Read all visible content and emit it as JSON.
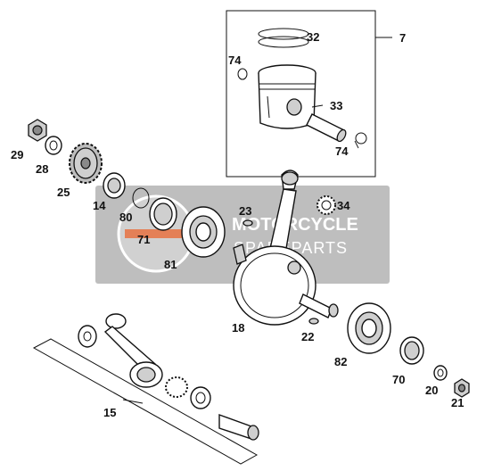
{
  "watermark": {
    "line1": "MOTORCYCLE",
    "line2": "SPAREPARTS"
  },
  "callouts": [
    {
      "id": "7",
      "text": "7"
    },
    {
      "id": "32",
      "text": "32"
    },
    {
      "id": "74a",
      "text": "74"
    },
    {
      "id": "33",
      "text": "33"
    },
    {
      "id": "74b",
      "text": "74"
    },
    {
      "id": "29",
      "text": "29"
    },
    {
      "id": "28",
      "text": "28"
    },
    {
      "id": "25",
      "text": "25"
    },
    {
      "id": "14",
      "text": "14"
    },
    {
      "id": "80",
      "text": "80"
    },
    {
      "id": "71",
      "text": "71"
    },
    {
      "id": "81",
      "text": "81"
    },
    {
      "id": "23",
      "text": "23"
    },
    {
      "id": "34",
      "text": "34"
    },
    {
      "id": "18",
      "text": "18"
    },
    {
      "id": "22",
      "text": "22"
    },
    {
      "id": "82",
      "text": "82"
    },
    {
      "id": "70",
      "text": "70"
    },
    {
      "id": "20",
      "text": "20"
    },
    {
      "id": "21",
      "text": "21"
    },
    {
      "id": "15",
      "text": "15"
    }
  ]
}
